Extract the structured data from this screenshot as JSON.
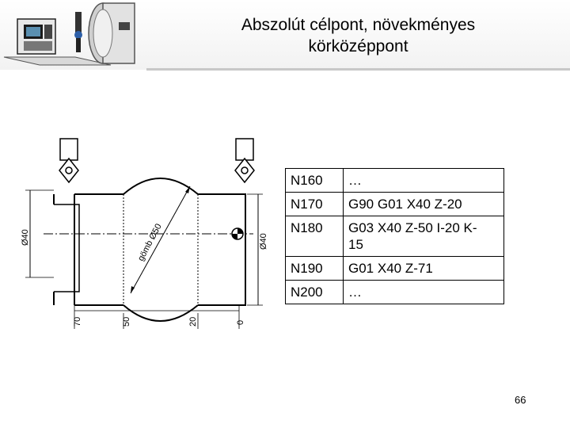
{
  "title": "Abszolút célpont, növekményes\nkörközéppont",
  "drawing": {
    "labels": {
      "left_diameter": "Ø40",
      "sphere": "gömb Ø50",
      "right_diameter": "Ø40",
      "dim_70": "70",
      "dim_50": "50",
      "dim_20": "20",
      "dim_0": "0"
    }
  },
  "program": {
    "rows": [
      {
        "block": "N160",
        "command": "…"
      },
      {
        "block": "N170",
        "command": "G90 G01 X40 Z-20"
      },
      {
        "block": "N180",
        "command": "G03 X40 Z-50 I-20 K-\n15"
      },
      {
        "block": "N190",
        "command": "G01 X40 Z-71"
      },
      {
        "block": "N200",
        "command": "…"
      }
    ]
  },
  "page_number": "66"
}
